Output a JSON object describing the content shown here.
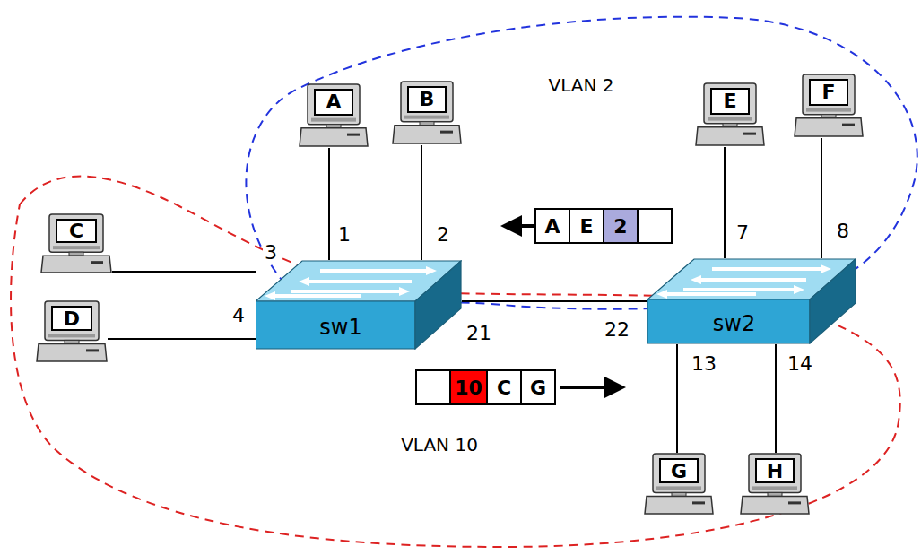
{
  "diagram": {
    "nodes": [
      {
        "text": [
          "A"
        ]
      },
      {
        "text": [
          "B"
        ]
      },
      {
        "text": [
          "E"
        ]
      },
      {
        "text": [
          "F"
        ]
      },
      {
        "text": [
          "C"
        ]
      },
      {
        "text": [
          "A",
          "E",
          "2"
        ]
      },
      {
        "text": [
          "D"
        ]
      },
      {
        "text": [
          "sw1"
        ]
      },
      {
        "text": [
          "sw2"
        ]
      },
      {
        "text": [
          "10",
          "C",
          "G"
        ]
      },
      {
        "text": [
          "G"
        ]
      },
      {
        "text": [
          "H"
        ]
      }
    ],
    "edges": [
      {
        "from": 0,
        "to": 7,
        "arrow": "none"
      },
      {
        "from": 1,
        "to": 7,
        "arrow": "none"
      },
      {
        "from": 4,
        "to": 7,
        "arrow": "none"
      },
      {
        "from": 6,
        "to": 7,
        "arrow": "none"
      },
      {
        "from": 7,
        "to": 8,
        "arrow": "none"
      },
      {
        "from": 2,
        "to": 8,
        "arrow": "none"
      },
      {
        "from": 3,
        "to": 8,
        "arrow": "none"
      },
      {
        "from": 10,
        "to": 8,
        "arrow": "none"
      },
      {
        "from": 11,
        "to": 8,
        "arrow": "none"
      }
    ],
    "labels": [
      "VLAN 2",
      "1",
      "2",
      "3",
      "4",
      "21",
      "22",
      "7",
      "8",
      "13",
      "14",
      "VLAN 10"
    ]
  }
}
